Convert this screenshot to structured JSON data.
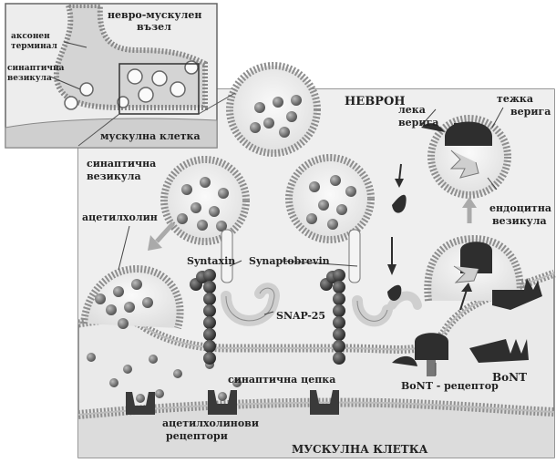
{
  "inset": {
    "title": "невро-мускулен възел",
    "axon_terminal_label": "аксонен терминал",
    "vesicle_label": "синаптична везикула",
    "muscle_cell_label": "мускулна клетка"
  },
  "main": {
    "neuron_label": "НЕВРОН",
    "synaptic_vesicle_label": "синаптична везикула",
    "acetylcholine_label": "ацетилхолин",
    "syntaxin_label": "Syntaxin",
    "synaptobrevin_label": "Synaptobrevin",
    "snap25_label": "SNAP-25",
    "light_chain_label": "лека верига",
    "heavy_chain_label": "тежка верига",
    "endocytic_vesicle_label": "ендоцитна везикула",
    "bont_label": "BoNT",
    "bont_receptor_label": "BoNT - рецептор",
    "synaptic_cleft_label": "синаптична цепка",
    "ach_receptors_label": "ацетилхолинови рецептори",
    "muscle_cell_label": "МУСКУЛНА КЛЕТКА"
  },
  "colors": {
    "membrane": "#9a9a9a",
    "molecule": "#6e6e6e",
    "dark_toxin": "#2e2e2e",
    "background_fill": "#e8e8e8"
  }
}
